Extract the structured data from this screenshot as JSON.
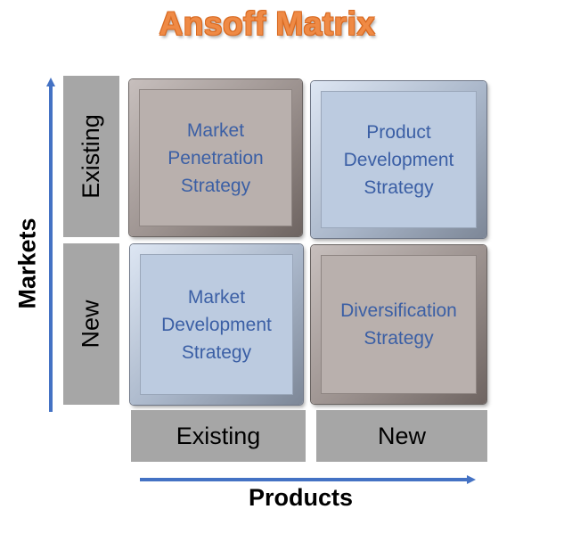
{
  "title": "Ansoff Matrix",
  "axes": {
    "y_title": "Markets",
    "x_title": "Products"
  },
  "rows": [
    {
      "label": "Existing"
    },
    {
      "label": "New"
    }
  ],
  "columns": [
    {
      "label": "Existing"
    },
    {
      "label": "New"
    }
  ],
  "cells": [
    {
      "text": "Market\nPenetration\nStrategy",
      "style": "gray"
    },
    {
      "text": "Product\nDevelopment\nStrategy",
      "style": "blue"
    },
    {
      "text": "Market\nDevelopment\nStrategy",
      "style": "blue"
    },
    {
      "text": "Diversification\nStrategy",
      "style": "gray"
    }
  ],
  "colors": {
    "title": "#ef8a45",
    "arrow": "#4472c4",
    "cell_text": "#3b5fa5",
    "label_box": "#a6a6a6"
  }
}
